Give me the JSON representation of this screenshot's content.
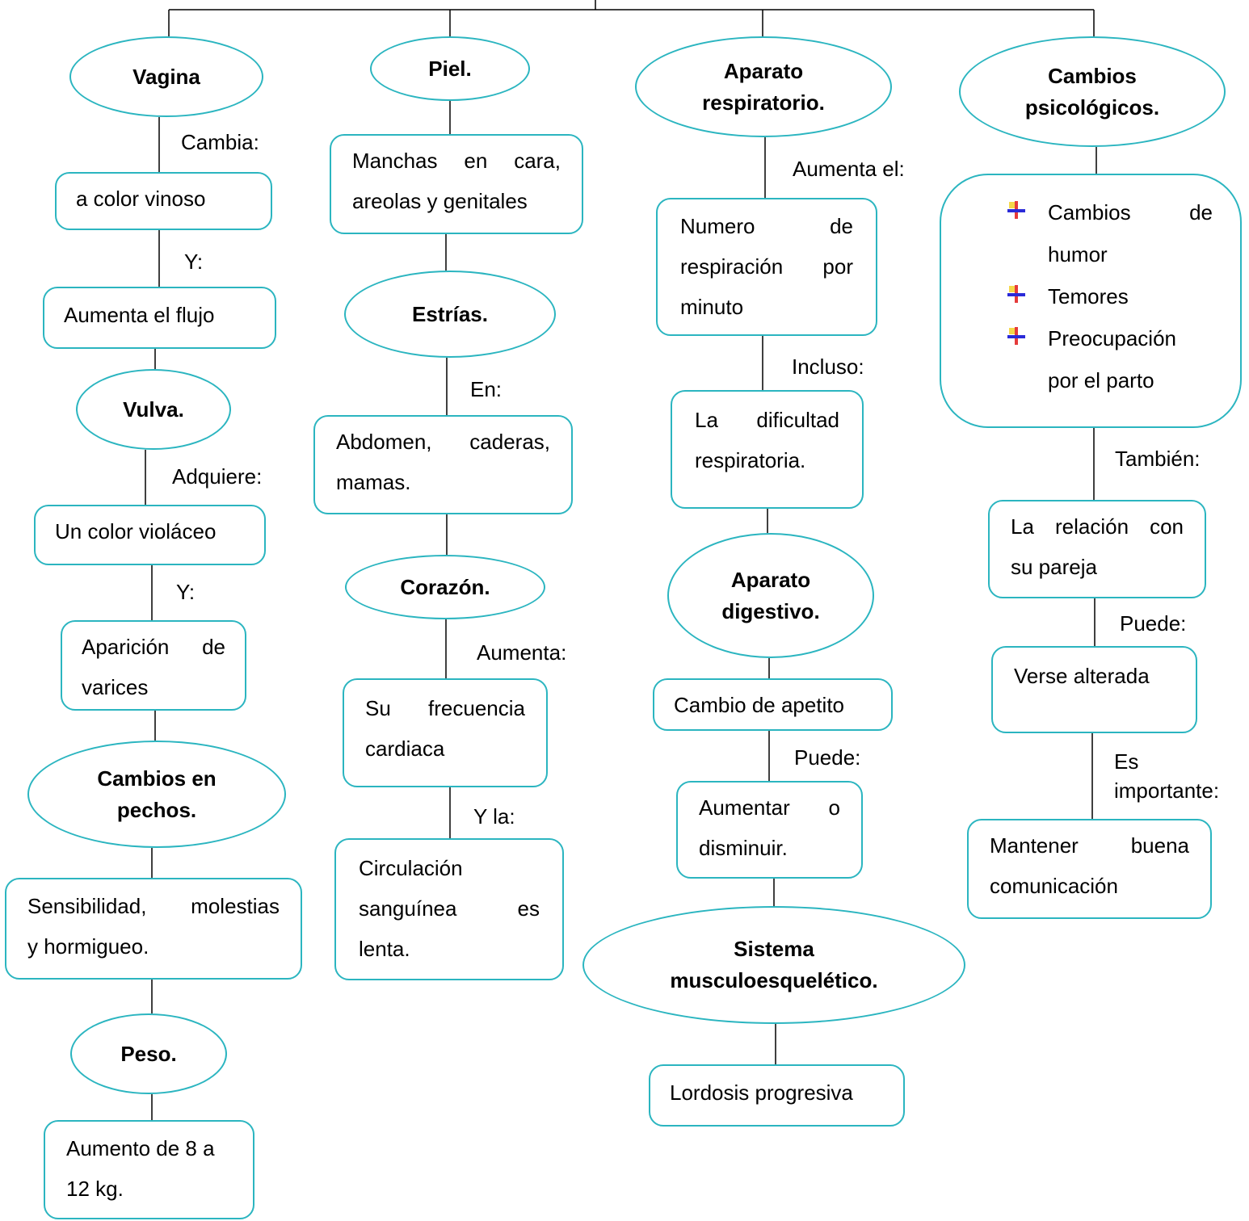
{
  "vagina": {
    "title": "Vagina",
    "label1": "Cambia:",
    "box1": "a color vinoso",
    "label2": "Y:",
    "box2": "Aumenta el flujo"
  },
  "vulva": {
    "title": "Vulva.",
    "label1": "Adquiere:",
    "box1": "Un color violáceo",
    "label2": "Y:",
    "box2_line1": "Aparición de",
    "box2_line2": "varices"
  },
  "pechos": {
    "title_line1": "Cambios en",
    "title_line2": "pechos.",
    "box_line1": "Sensibilidad, molestias",
    "box_line2": "y hormigueo."
  },
  "peso": {
    "title": "Peso.",
    "box_line1": "Aumento de 8 a",
    "box_line2": "12 kg."
  },
  "piel": {
    "title": "Piel.",
    "box_line1": "Manchas en cara,",
    "box_line2": "areolas y genitales"
  },
  "estrias": {
    "title": "Estrías.",
    "label": "En:",
    "box_line1": "Abdomen, caderas,",
    "box_line2": "mamas."
  },
  "corazon": {
    "title": "Corazón.",
    "label1": "Aumenta:",
    "box1_line1": "Su frecuencia",
    "box1_line2": "cardiaca",
    "label2": "Y la:",
    "box2_line1": "Circulación",
    "box2_line2": "sanguínea es",
    "box2_line3": "lenta."
  },
  "respiratorio": {
    "title_line1": "Aparato",
    "title_line2": "respiratorio.",
    "label1": "Aumenta el:",
    "box1_line1": "Numero de",
    "box1_line2": "respiración por",
    "box1_line3": "minuto",
    "label2": "Incluso:",
    "box2_line1": "La dificultad",
    "box2_line2": "respiratoria."
  },
  "digestivo": {
    "title_line1": "Aparato",
    "title_line2": "digestivo.",
    "box1": "Cambio de apetito",
    "label": "Puede:",
    "box2_line1": "Aumentar o",
    "box2_line2": "disminuir."
  },
  "musculo": {
    "title_line1": "Sistema",
    "title_line2": "musculoesquelético.",
    "box": "Lordosis progresiva"
  },
  "psico": {
    "title_line1": "Cambios",
    "title_line2": "psicológicos.",
    "bullet1_line1": "Cambios de",
    "bullet1_line2": "humor",
    "bullet2": "Temores",
    "bullet3_line1": "Preocupación",
    "bullet3_line2": "por el parto",
    "label1": "También:",
    "box1_line1": "La relación con",
    "box1_line2": "su pareja",
    "label2": "Puede:",
    "box2": "Verse alterada",
    "label3_line1": "Es",
    "label3_line2": "importante:",
    "box3_line1": "Mantener buena",
    "box3_line2": "comunicación"
  },
  "colors": {
    "node_border": "#2bb5c0",
    "line": "#000000"
  }
}
